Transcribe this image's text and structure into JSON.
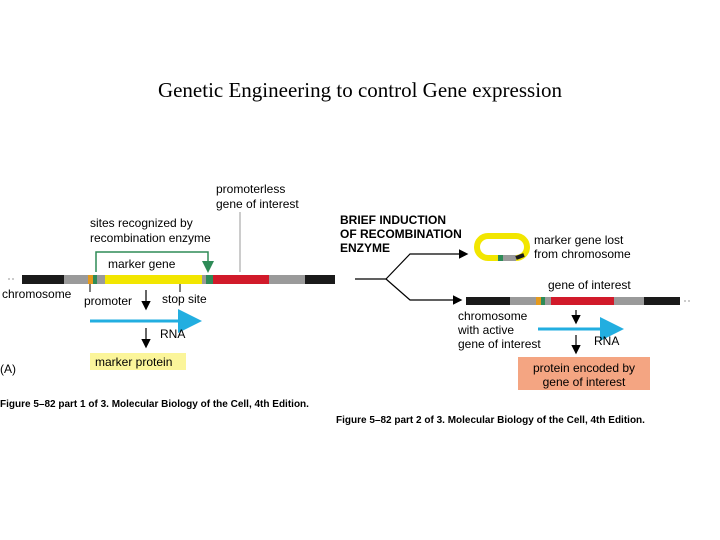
{
  "slide": {
    "title": "Genetic Engineering to control Gene expression"
  },
  "left_panel": {
    "panel_label": "(A)",
    "promoterless_line1": "promoterless",
    "promoterless_line2": "gene of interest",
    "sites_line1": "sites recognized by",
    "sites_line2": "recombination enzyme",
    "marker_gene": "marker gene",
    "chromosome": "chromosome",
    "promoter": "promoter",
    "stop_site": "stop site",
    "rna": "RNA",
    "marker_protein": "marker protein",
    "caption": "Figure 5–82 part 1 of 3. Molecular Biology of the Cell, 4th Edition."
  },
  "right_panel": {
    "induction_line1": "BRIEF INDUCTION",
    "induction_line2": "OF RECOMBINATION",
    "induction_line3": "ENZYME",
    "marker_lost_line1": "marker gene lost",
    "marker_lost_line2": "from chromosome",
    "gene_of_interest": "gene of interest",
    "chromosome_line1": "chromosome",
    "chromosome_line2": "with active",
    "chromosome_line3": "gene of interest",
    "rna": "RNA",
    "protein_line1": "protein encoded by",
    "protein_line2": "gene of interest",
    "caption": "Figure 5–82 part 2 of 3. Molecular Biology of the Cell, 4th Edition."
  },
  "colors": {
    "chromosome_black": "#1a1a1a",
    "chromosome_gray": "#9a9a9a",
    "marker_yellow": "#f2e600",
    "gene_red": "#d11a2a",
    "site_green": "#2e8b57",
    "promoter_orange": "#e59a1c",
    "rna_blue": "#22aee0",
    "marker_protein_bg": "#fbf59a",
    "protein_bg": "#f4a582"
  }
}
